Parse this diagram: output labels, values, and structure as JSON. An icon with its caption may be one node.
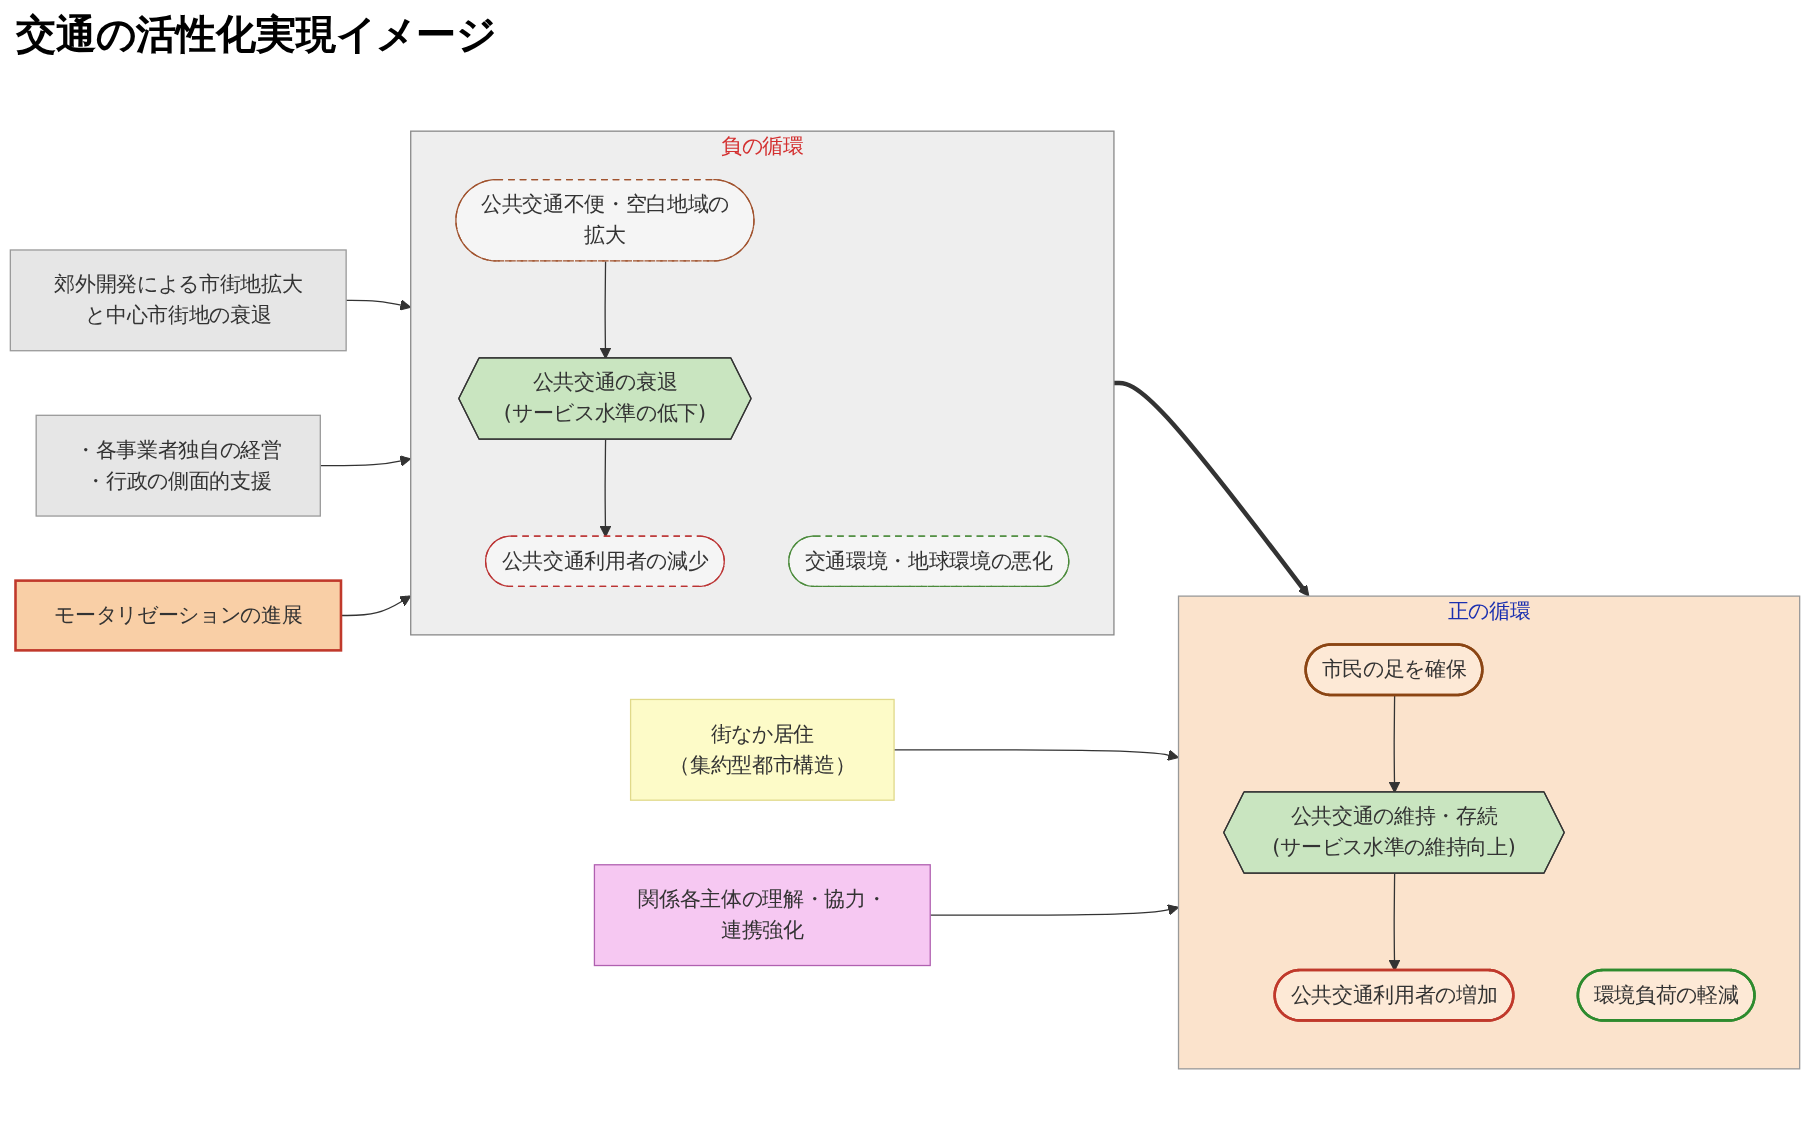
{
  "diagram": {
    "title": "交通の活性化実現イメージ",
    "nodes": [
      {
        "text": [
          "郊外開発による市街地拡大と中心市街地の衰退"
        ]
      },
      {
        "text": [
          "負の循環"
        ]
      },
      {
        "text": [
          "公共交通の衰退",
          "(サービス水準の低下)"
        ],
        "in": 1
      },
      {
        "text": [
          "交通環境・地球環境の悪化"
        ],
        "in": 1
      },
      {
        "text": [
          "公共交通利用者の減少"
        ],
        "in": 1
      },
      {
        "text": [
          "公共交通不便・空白地域の拡大"
        ],
        "in": 1
      },
      {
        "text": [
          "・各事業者独自の経営",
          "・行政の側面的支援"
        ]
      },
      {
        "text": [
          "モータリゼーションの進展"
        ]
      },
      {
        "text": [
          "街なか居住",
          "（集約型都市構造）"
        ]
      },
      {
        "text": [
          "正の循環"
        ]
      },
      {
        "text": [
          "公共交通の維持・存続",
          "(サービス水準の維持向上)"
        ],
        "in": 9
      },
      {
        "text": [
          "環境負荷の軽減"
        ],
        "in": 9
      },
      {
        "text": [
          "公共交通利用者の増加"
        ],
        "in": 9
      },
      {
        "text": [
          "市民の足を確保"
        ],
        "in": 9
      },
      {
        "text": [
          "関係各主体の理解・協力・連携強化"
        ]
      }
    ],
    "edges": [
      {
        "from": 0,
        "to": 1,
        "arrow": "to"
      },
      {
        "from": 2,
        "to": 4,
        "arrow": "to"
      },
      {
        "from": 5,
        "to": 2,
        "arrow": "to"
      },
      {
        "from": 6,
        "to": 1,
        "arrow": "to"
      },
      {
        "from": 7,
        "to": 1,
        "arrow": "to"
      },
      {
        "from": 1,
        "to": 9,
        "arrow": "to",
        "style": "thick"
      },
      {
        "from": 8,
        "to": 9,
        "arrow": "to"
      },
      {
        "from": 10,
        "to": 12,
        "arrow": "to"
      },
      {
        "from": 13,
        "to": 10,
        "arrow": "to"
      },
      {
        "from": 14,
        "to": 9,
        "arrow": "to"
      }
    ]
  }
}
